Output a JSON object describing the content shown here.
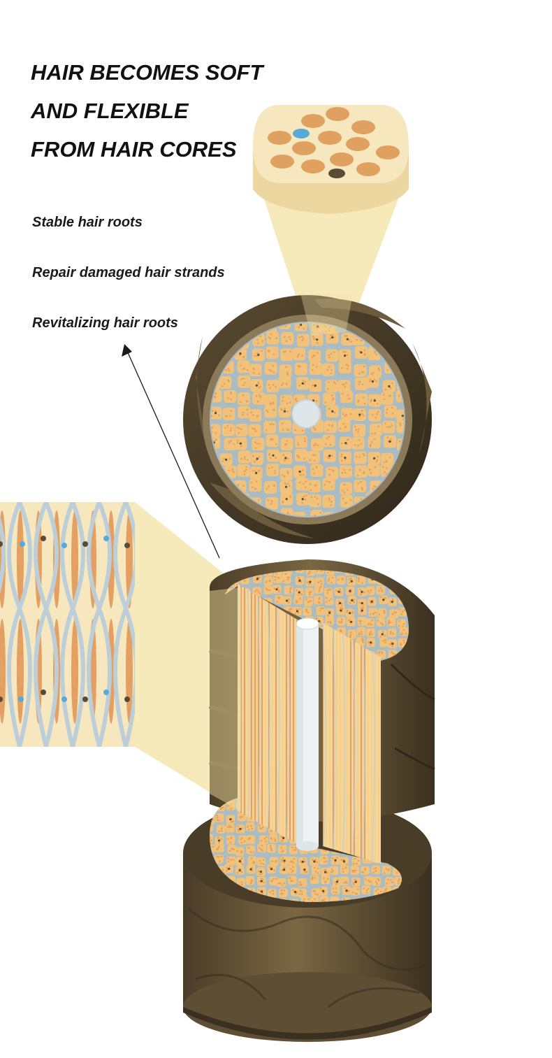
{
  "headline": {
    "lines": [
      "HAIR BECOMES SOFT",
      "AND FLEXIBLE",
      "FROM HAIR CORES"
    ]
  },
  "benefits": [
    "Stable hair roots",
    "Repair damaged hair strands",
    "Revitalizing hair roots"
  ],
  "colors": {
    "cuticle_dark": "#4a3d28",
    "cuticle_mid": "#6b5a3c",
    "cortex_matrix": "#a9bcc4",
    "cell_fill": "#f2c27a",
    "cell_dot": "#e0a060",
    "medulla": "#dfe6ea",
    "cream": "#f6e7bf",
    "fiber_orange": "#e3a062",
    "fiber_blue": "#bccfd8",
    "dot_blue": "#58a9d8",
    "dot_dark": "#5a4c34",
    "highlight_yellow": "#f3e2a3"
  }
}
